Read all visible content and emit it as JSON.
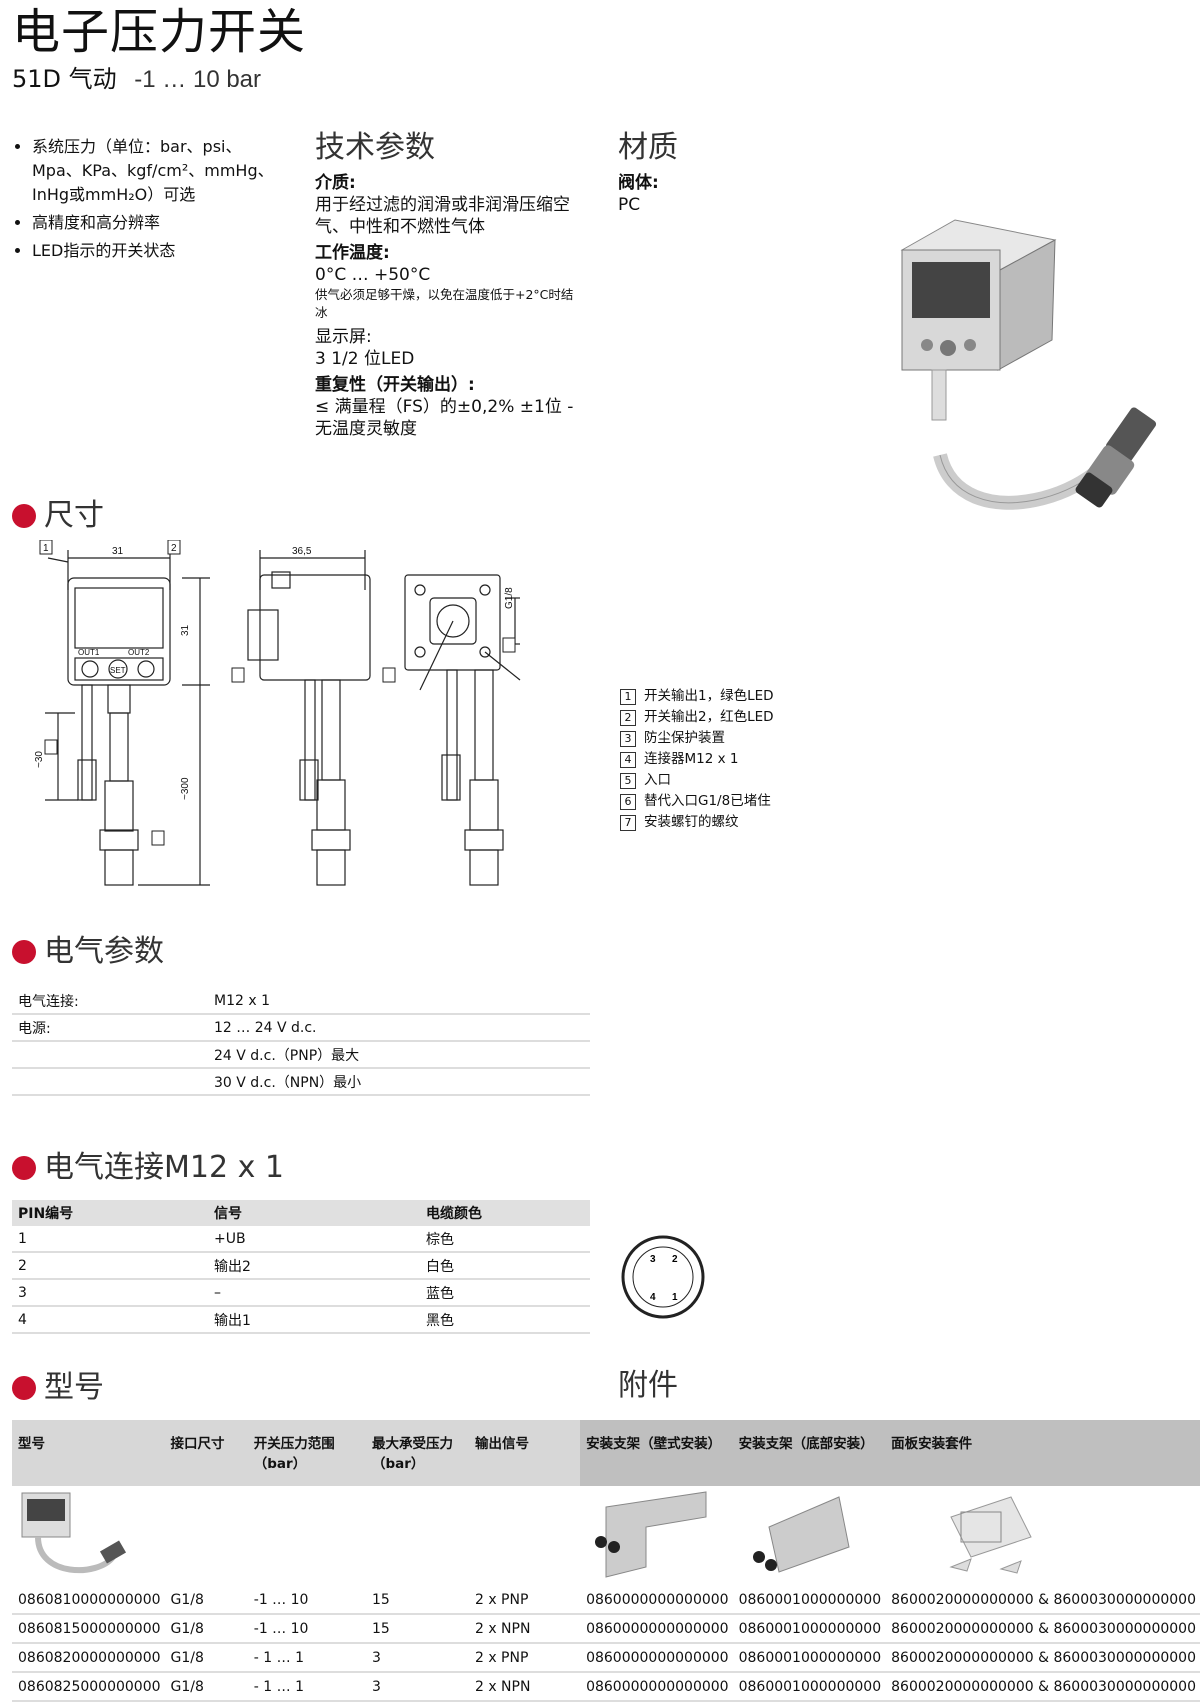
{
  "header": {
    "title": "电子压力开关",
    "model": "51D 气动",
    "range": "-1 … 10 bar"
  },
  "features": [
    "系统压力（单位：bar、psi、Mpa、KPa、kgf/cm²、mmHg、InHg或mmH₂O）可选",
    "高精度和高分辨率",
    "LED指示的开关状态"
  ],
  "tech": {
    "heading": "技术参数",
    "medium_label": "介质:",
    "medium_value": "用于经过滤的润滑或非润滑压缩空气、中性和不燃性气体",
    "temp_label": "工作温度:",
    "temp_value": "0°C … +50°C",
    "temp_note": "供气必须足够干燥，以免在温度低于+2°C时结冰",
    "display_label": "显示屏:",
    "display_value": "3 1/2 位LED",
    "repeat_label": "重复性（开关输出）:",
    "repeat_value": "≤ 满量程（FS）的±0,2% ±1位 - 无温度灵敏度"
  },
  "material": {
    "heading": "材质",
    "body_label": "阀体:",
    "body_value": "PC"
  },
  "dimensions": {
    "heading": "尺寸",
    "labels": {
      "w31": "31",
      "h31": "31",
      "w365": "36,5",
      "g18": "G1/8",
      "l30": "~30",
      "l300": "~300",
      "out1": "OUT1",
      "out2": "OUT2",
      "set": "SET"
    },
    "legend": [
      {
        "num": "1",
        "text": "开关输出1，绿色LED"
      },
      {
        "num": "2",
        "text": "开关输出2，红色LED"
      },
      {
        "num": "3",
        "text": "防尘保护装置"
      },
      {
        "num": "4",
        "text": "连接器M12 x 1"
      },
      {
        "num": "5",
        "text": "入口"
      },
      {
        "num": "6",
        "text": "替代入口G1/8已堵住"
      },
      {
        "num": "7",
        "text": "安装螺钉的螺纹"
      }
    ]
  },
  "electrical": {
    "heading": "电气参数",
    "rows": [
      {
        "label": "电气连接:",
        "value": "M12 x 1"
      },
      {
        "label": "电源:",
        "value": "12 … 24 V d.c."
      },
      {
        "label": "",
        "value": "24 V d.c.（PNP）最大"
      },
      {
        "label": "",
        "value": "30 V d.c.（NPN）最小"
      }
    ]
  },
  "connection": {
    "heading": "电气连接M12 x 1",
    "columns": [
      "PIN编号",
      "信号",
      "电缆颜色"
    ],
    "rows": [
      [
        "1",
        "+UB",
        "棕色"
      ],
      [
        "2",
        "输出2",
        "白色"
      ],
      [
        "3",
        "–",
        "蓝色"
      ],
      [
        "4",
        "输出1",
        "黑色"
      ]
    ],
    "pins": [
      "3",
      "2",
      "4",
      "1"
    ]
  },
  "models": {
    "heading": "型号",
    "accessories_heading": "附件",
    "columns": [
      "型号",
      "接口尺寸",
      "开关压力范围（bar）",
      "最大承受压力（bar）",
      "输出信号",
      "安装支架（壁式安装）",
      "安装支架（底部安装）",
      "面板安装套件"
    ],
    "rows": [
      [
        "0860810000000000",
        "G1/8",
        "-1 … 10",
        "15",
        "2 x PNP",
        "0860000000000000",
        "0860001000000000",
        "8600020000000000 & 8600030000000000"
      ],
      [
        "0860815000000000",
        "G1/8",
        "-1 … 10",
        "15",
        "2 x NPN",
        "0860000000000000",
        "0860001000000000",
        "8600020000000000 & 8600030000000000"
      ],
      [
        "0860820000000000",
        "G1/8",
        "- 1 … 1",
        "3",
        "2 x PNP",
        "0860000000000000",
        "0860001000000000",
        "8600020000000000 & 8600030000000000"
      ],
      [
        "0860825000000000",
        "G1/8",
        "- 1 … 1",
        "3",
        "2 x NPN",
        "0860000000000000",
        "0860001000000000",
        "8600020000000000 & 8600030000000000"
      ]
    ]
  },
  "colors": {
    "accent": "#c8102e",
    "header_gray": "#d7d7d7",
    "header_dark": "#bfbfbf"
  }
}
